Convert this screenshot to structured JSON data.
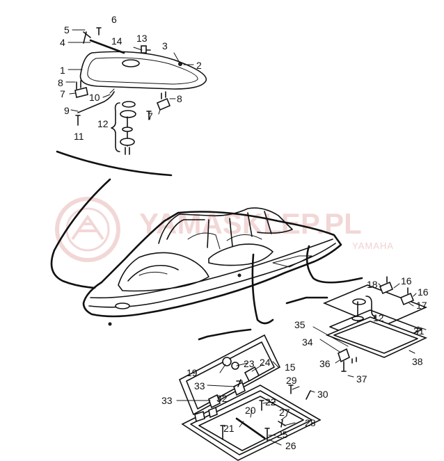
{
  "watermark": {
    "main_text": "YAMASKLEP.PL",
    "sub_text": "YAMAHA",
    "logo": "tuning-fork-logo"
  },
  "callouts": {
    "c1": "1",
    "c2": "2",
    "c3": "3",
    "c4": "4",
    "c5": "5",
    "c6": "6",
    "c7a": "7",
    "c7b": "7",
    "c8a": "8",
    "c8b": "8",
    "c9": "9",
    "c10": "10",
    "c11": "11",
    "c12a": "12",
    "c12b": "12",
    "c13": "13",
    "c14": "14",
    "c15": "15",
    "c16a": "16",
    "c16b": "16",
    "c17": "17",
    "c18": "18",
    "c19": "19",
    "c20": "20",
    "c21": "21",
    "c22": "22",
    "c23": "23",
    "c24": "24",
    "c25": "25",
    "c26": "26",
    "c27": "27",
    "c28": "28",
    "c29": "29",
    "c30": "30",
    "c31": "31",
    "c32": "32",
    "c33a": "33",
    "c33b": "33",
    "c34": "34",
    "c35": "35",
    "c36": "36",
    "c37": "37",
    "c38": "38"
  },
  "colors": {
    "line": "#111111",
    "watermark": "#e9b8b8"
  }
}
